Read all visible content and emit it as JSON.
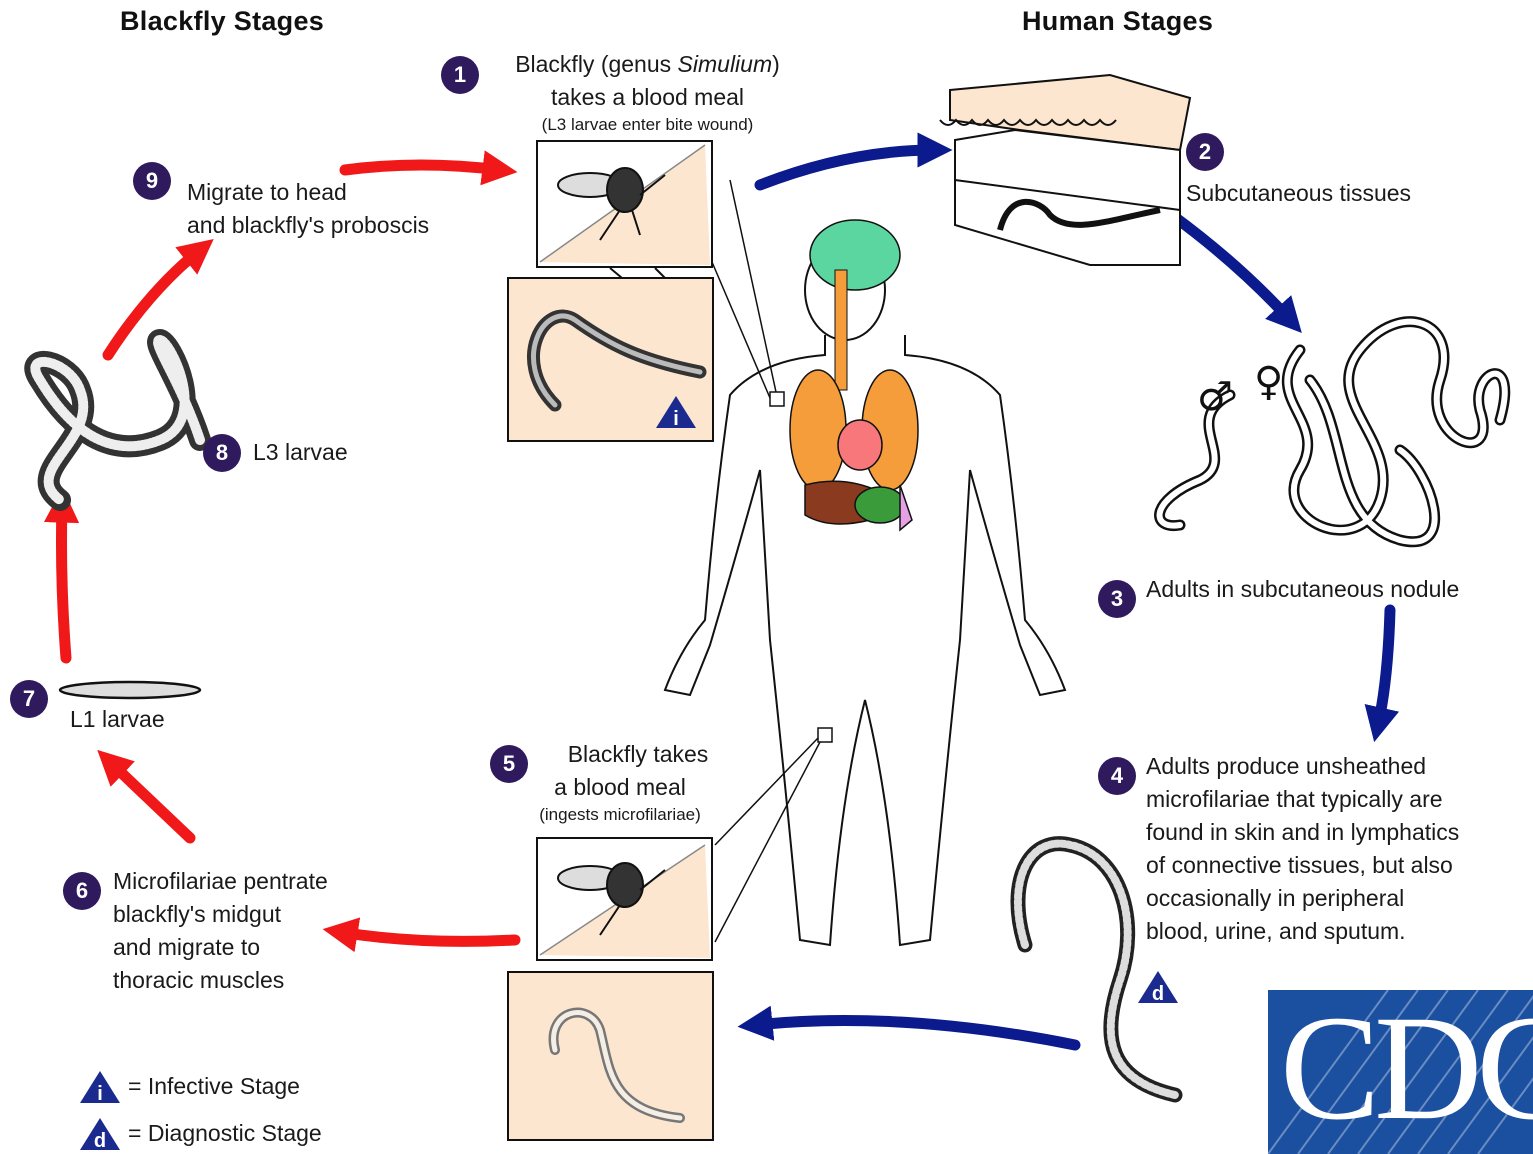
{
  "headings": {
    "blackfly": "Blackfly Stages",
    "human": "Human Stages"
  },
  "steps": {
    "s1": {
      "num": "1",
      "line1_pre": "Blackfly (genus ",
      "line1_italic": "Simulium",
      "line1_post": ")",
      "line2": "takes a blood meal",
      "sub": "(L3 larvae enter bite wound)"
    },
    "s2": {
      "num": "2",
      "text": "Subcutaneous tissues"
    },
    "s3": {
      "num": "3",
      "text": "Adults in subcutaneous nodule"
    },
    "s4": {
      "num": "4",
      "lines": [
        "Adults produce unsheathed",
        "microfilariae that typically are",
        "found in skin and in lymphatics",
        "of connective tissues,  but also",
        "occasionally in peripheral",
        "blood, urine, and sputum."
      ]
    },
    "s5": {
      "num": "5",
      "line1": "Blackfly takes",
      "line2": "a blood meal",
      "sub": "(ingests microfilariae)"
    },
    "s6": {
      "num": "6",
      "lines": [
        "Microfilariae pentrate",
        "blackfly's midgut",
        "and migrate to",
        "thoracic muscles"
      ]
    },
    "s7": {
      "num": "7",
      "text": "L1 larvae"
    },
    "s8": {
      "num": "8",
      "text": "L3 larvae"
    },
    "s9": {
      "num": "9",
      "lines": [
        "Migrate to head",
        "and blackfly's proboscis"
      ]
    }
  },
  "sex_symbols": {
    "male": "♂",
    "female": "♀"
  },
  "stage_markers": {
    "infective": "i",
    "diagnostic": "d"
  },
  "legend": {
    "infective": "= Infective Stage",
    "diagnostic": "= Diagnostic Stage"
  },
  "logo": {
    "text": "CDC"
  },
  "colors": {
    "human_arrow": "#0b1a8c",
    "blackfly_arrow": "#f01818",
    "badge": "#2e1a5c",
    "skin": "#fce6cf",
    "logo_blue": "#1b4fa0"
  }
}
